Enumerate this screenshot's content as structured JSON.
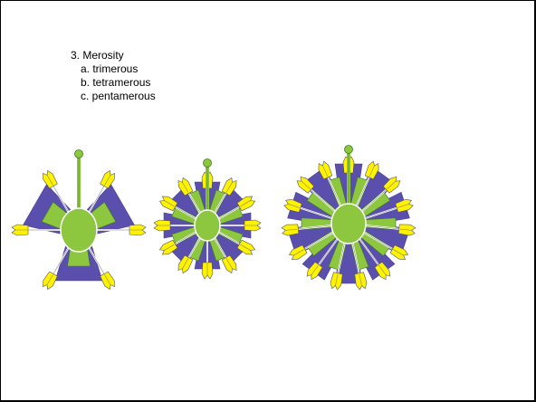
{
  "slide": {
    "heading": "3. Merosity",
    "items": [
      {
        "label": "a. trimerous"
      },
      {
        "label": "b. tetramerous"
      },
      {
        "label": "c. pentamerous"
      }
    ]
  },
  "colors": {
    "petal": "#5b4fae",
    "sepal": "#8dc63f",
    "anther": "#fff200",
    "stroke": "#ffffff",
    "outline": "#3d7a24"
  },
  "illustrations": [
    {
      "kind": "trimerous-flower",
      "parts": 3
    },
    {
      "kind": "tetramerous-flower",
      "parts": 4
    },
    {
      "kind": "pentamerous-flower",
      "parts": 5
    }
  ]
}
